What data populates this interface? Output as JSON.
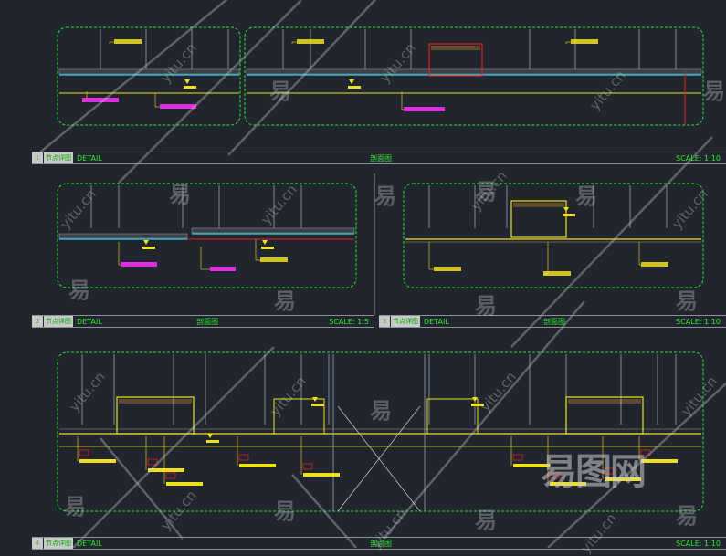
{
  "panels": [
    {
      "num": "1",
      "tag": "节点详图",
      "detail": "DETAIL",
      "section": "剖面图",
      "scale": "SCALE: 1:10"
    },
    {
      "num": "2",
      "tag": "节点详图",
      "detail": "DETAIL",
      "section": "剖面图",
      "scale": "SCALE: 1:5"
    },
    {
      "num": "3",
      "tag": "节点详图",
      "detail": "DETAIL",
      "section": "剖面图",
      "scale": "SCALE: 1:10"
    },
    {
      "num": "4",
      "tag": "节点详图",
      "detail": "DETAIL",
      "section": "剖面图",
      "scale": "SCALE: 1:10"
    }
  ],
  "watermark": {
    "char": "易",
    "site": "yitu.cn",
    "logo": "易图网"
  },
  "colors": {
    "background": "#21252e",
    "frame": "#2ee82e",
    "floor": "#f0e020",
    "finish": "#30d0e0",
    "note": "#ff30ff",
    "tag": "#e02020"
  }
}
